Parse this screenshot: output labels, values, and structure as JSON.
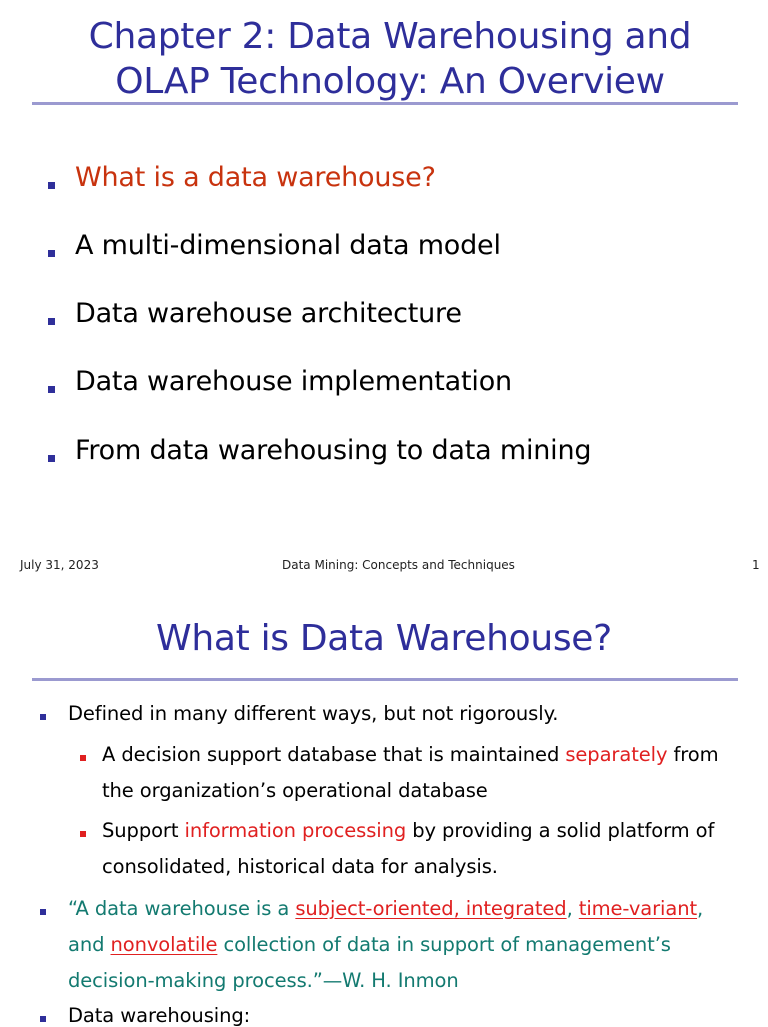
{
  "slide1": {
    "title_line1": "Chapter 2: Data Warehousing and",
    "title_line2": "OLAP Technology: An Overview",
    "items": [
      "What is a data warehouse?",
      "A multi-dimensional data model",
      "Data warehouse architecture",
      "Data warehouse implementation",
      "From data warehousing to data mining"
    ],
    "footer": {
      "date": "July 31, 2023",
      "center": "Data Mining: Concepts and Techniques",
      "page": "1"
    }
  },
  "slide2": {
    "title": "What is Data Warehouse?",
    "point1": "Defined in many different ways, but not rigorously.",
    "sub1": {
      "a": "A decision support database that is maintained ",
      "b": "separately",
      "c": " from",
      "line2": "the organization’s operational database"
    },
    "sub2": {
      "a": "Support ",
      "b": "information processing",
      "c": " by providing a solid platform of",
      "line2": "consolidated, historical data for analysis."
    },
    "quote": {
      "a": "“A data warehouse is a ",
      "b": "subject-oriented",
      "c": ",",
      "d": " integrated",
      "e": ", ",
      "f": "time-variant",
      "g": ",",
      "h": "and ",
      "i": "nonvolatile",
      "j": " collection of data in support of management’s",
      "line3": "decision-making process.”—W. H. Inmon"
    },
    "point3": "Data warehousing:"
  },
  "colors": {
    "title": "#2e2e9a",
    "highlight": "#c8330e",
    "red": "#e02020",
    "teal": "#137a70",
    "rule": "#9b9ad0",
    "bullet": "#2f2f9a"
  }
}
